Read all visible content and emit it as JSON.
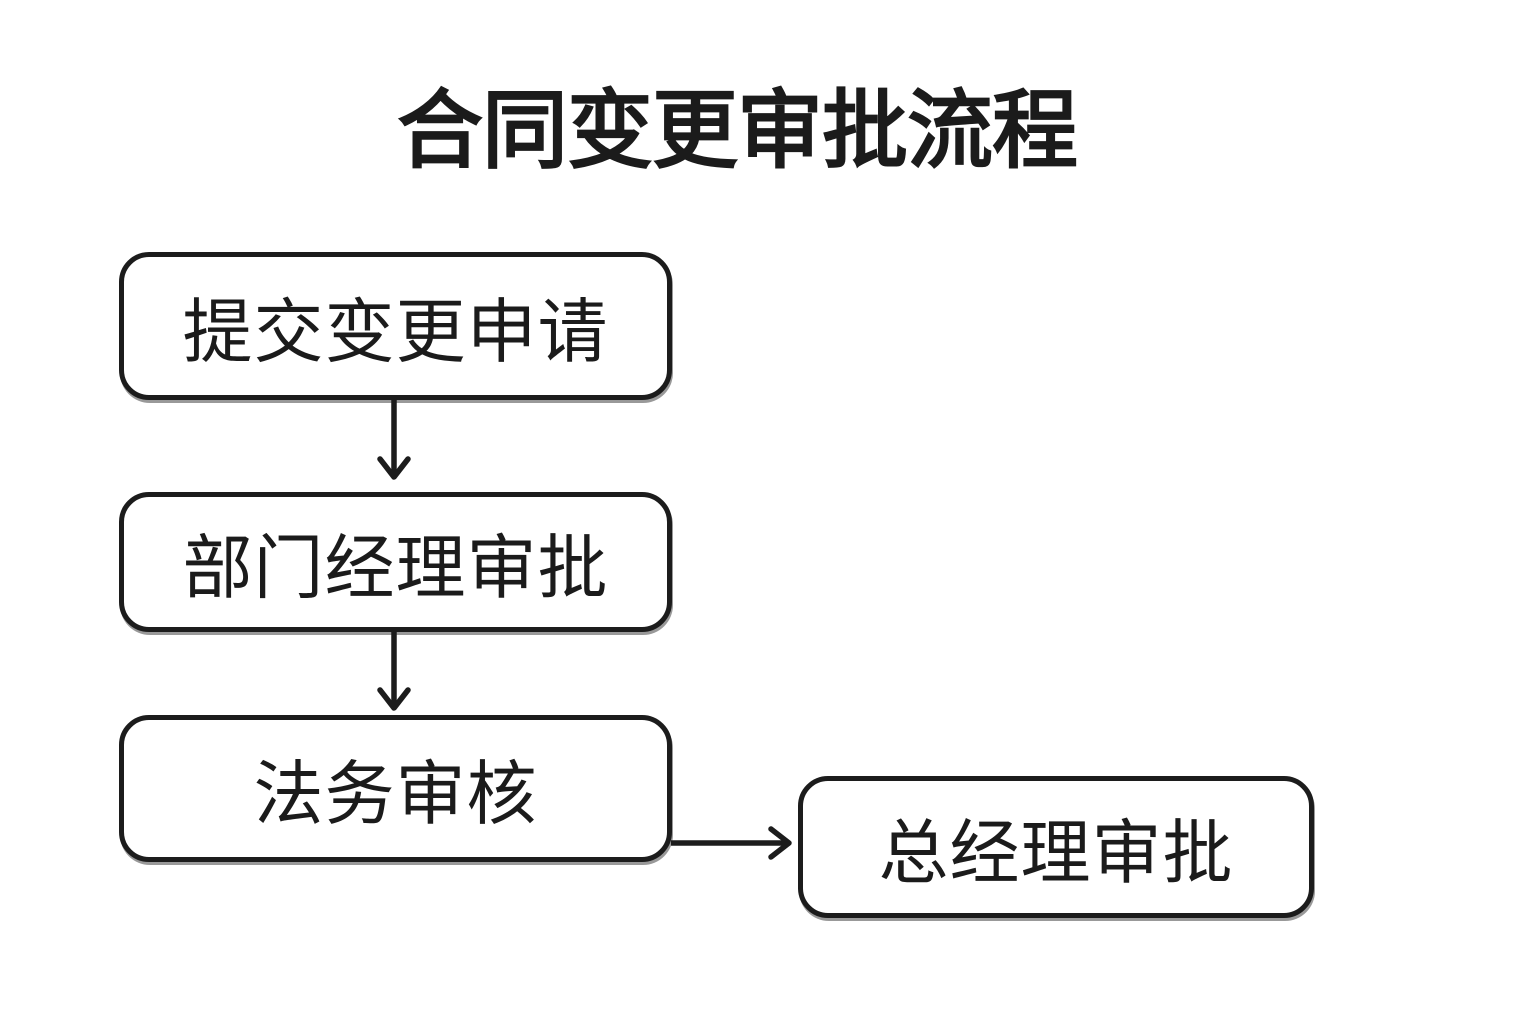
{
  "page": {
    "title": "合同变更审批流程"
  },
  "diagram": {
    "type": "flowchart",
    "nodes": [
      {
        "id": "submit-request",
        "label": "提交变更申请"
      },
      {
        "id": "dept-manager-approval",
        "label": "部门经理审批"
      },
      {
        "id": "legal-review",
        "label": "法务审核"
      },
      {
        "id": "general-manager-approval",
        "label": "总经理审批"
      }
    ],
    "connections": [
      {
        "from": "提交变更申请",
        "to": "部门经理审批",
        "direction": "down"
      },
      {
        "from": "部门经理审批",
        "to": "法务审核",
        "direction": "down"
      },
      {
        "from": "法务审核",
        "to": "总经理审批",
        "direction": "right"
      }
    ]
  },
  "colors": {
    "background": "#ffffff",
    "stroke": "#1c1c1c",
    "text": "#1b1b1b"
  }
}
